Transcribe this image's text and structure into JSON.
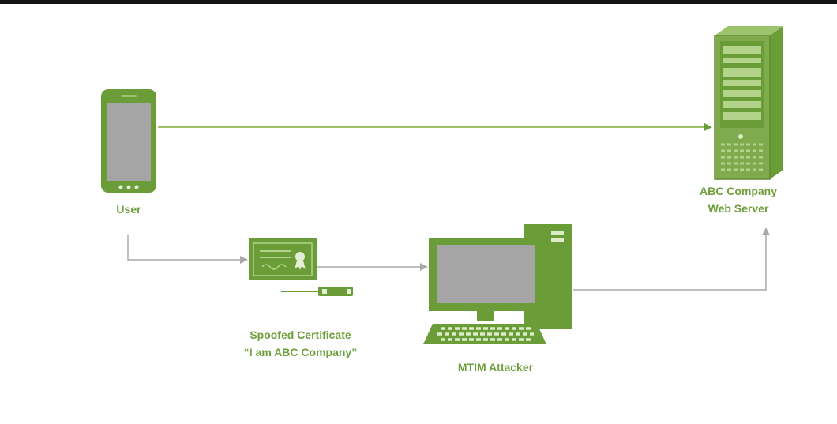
{
  "colors": {
    "green": "#6a9c37",
    "green_light": "#9dc36d",
    "green_label": "#6f9f3c",
    "screen_gray": "#a5a5a5",
    "line_gray": "#a8a8a8"
  },
  "nodes": {
    "user": {
      "label": "User",
      "icon": "smartphone-icon"
    },
    "server": {
      "label_line1": "ABC Company",
      "label_line2": "Web Server",
      "icon": "server-tower-icon"
    },
    "certificate": {
      "label_line1": "Spoofed Certificate",
      "label_line2": "“I am ABC Company”",
      "icon": "certificate-icon"
    },
    "attacker": {
      "label": "MTIM Attacker",
      "icon": "desktop-computer-icon"
    }
  }
}
